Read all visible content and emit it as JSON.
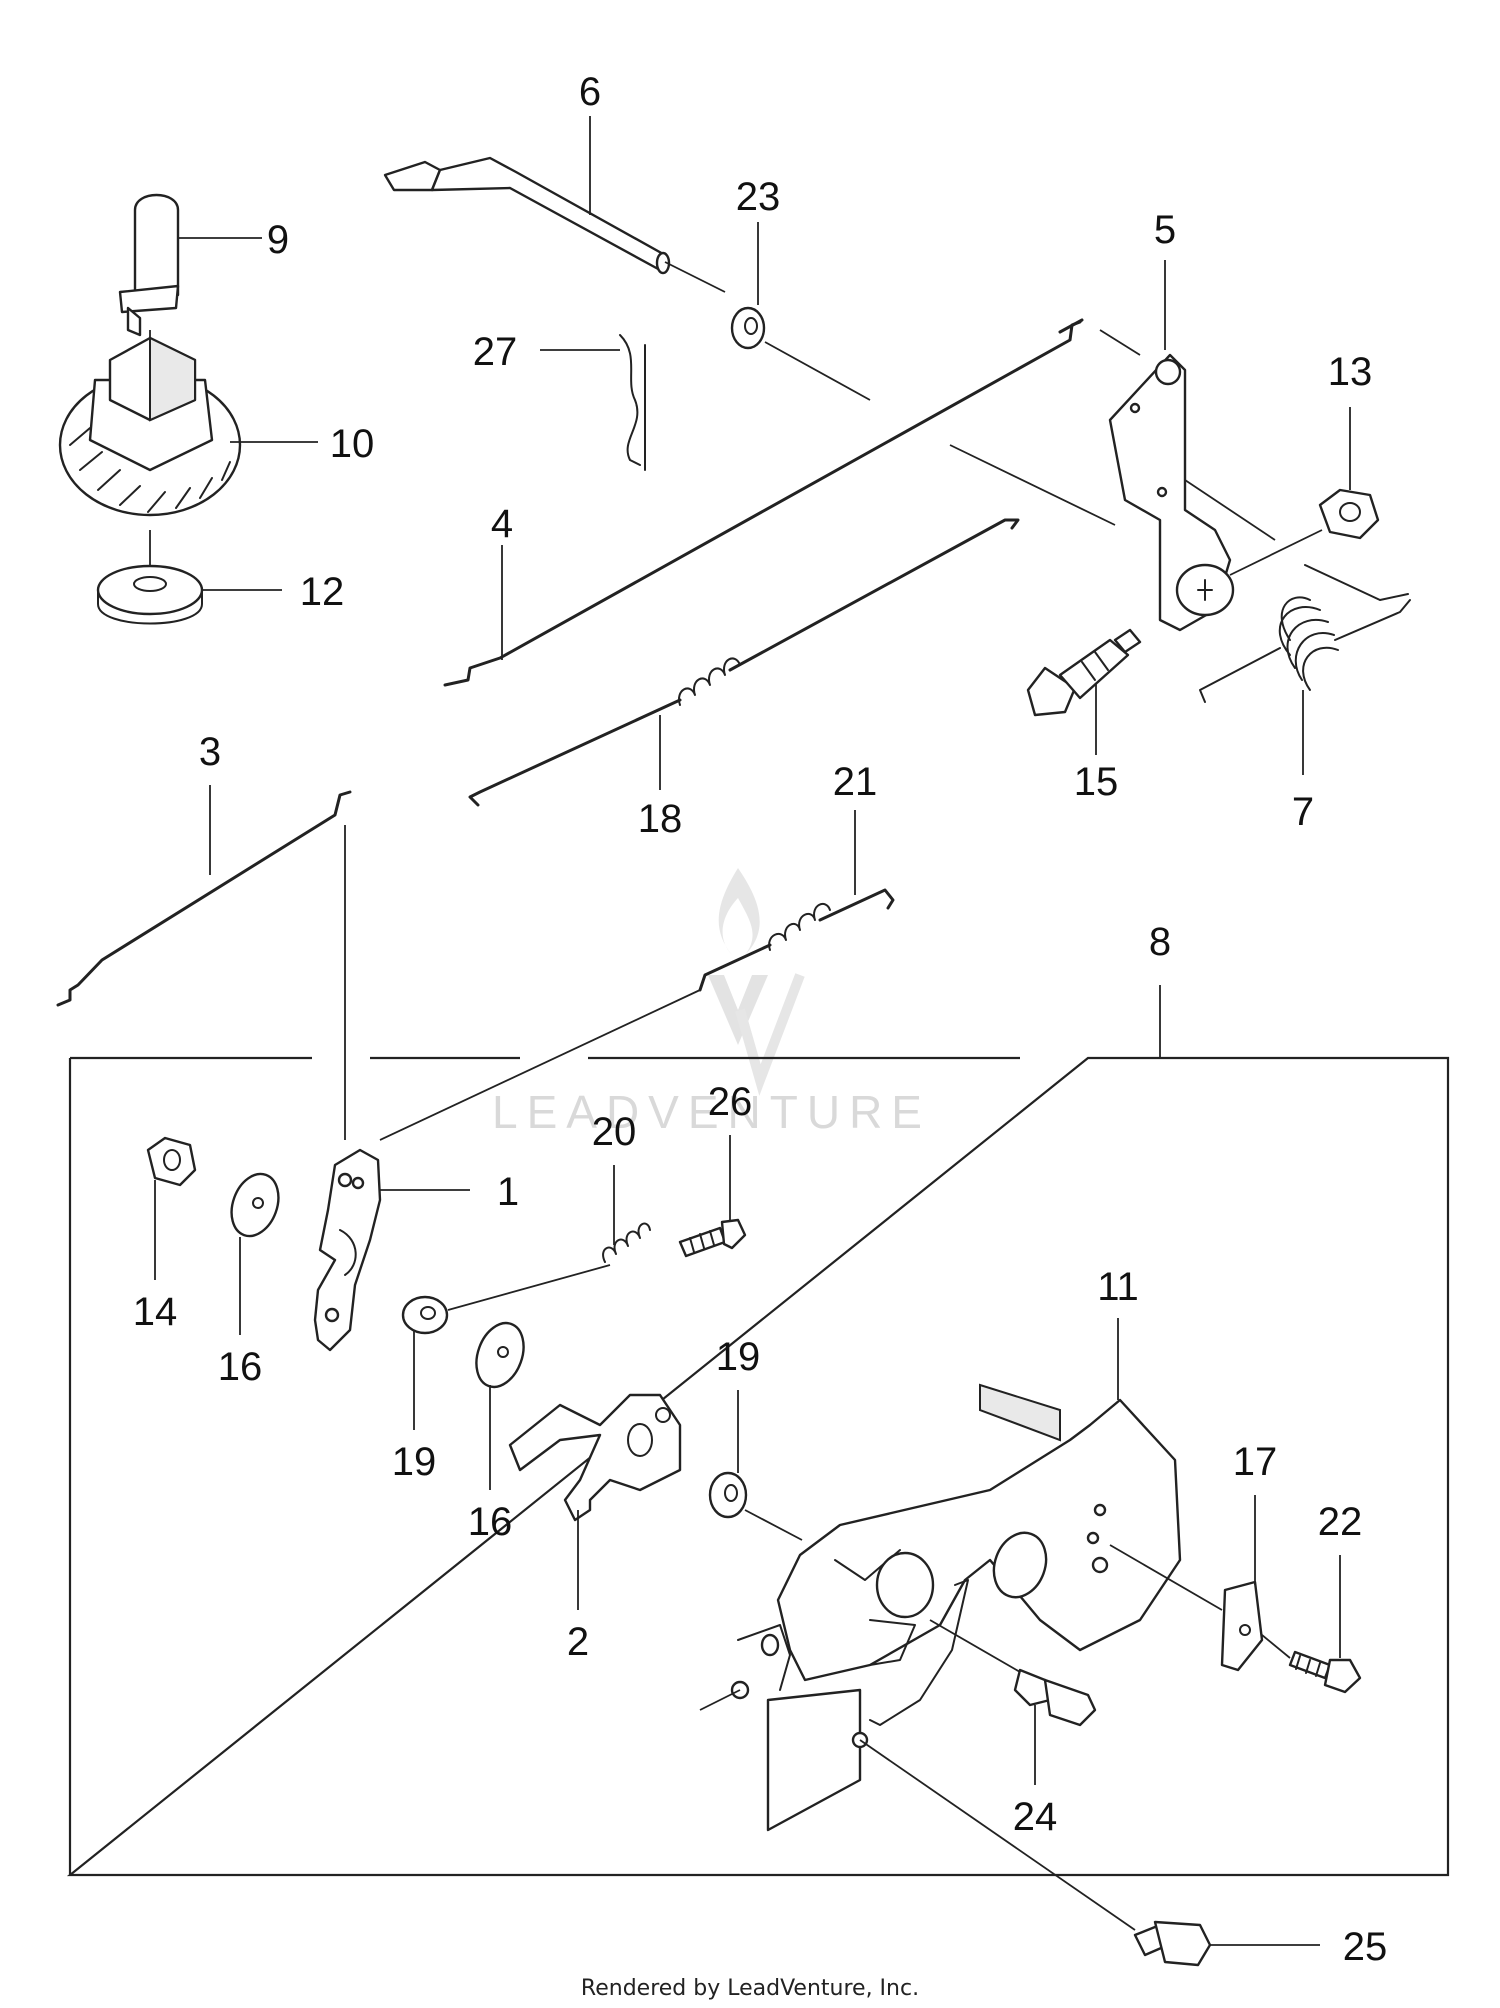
{
  "diagram": {
    "callouts": {
      "p1": "1",
      "p2": "2",
      "p3": "3",
      "p4": "4",
      "p5": "5",
      "p6": "6",
      "p7": "7",
      "p8": "8",
      "p9": "9",
      "p10": "10",
      "p11": "11",
      "p12": "12",
      "p13": "13",
      "p14": "14",
      "p15": "15",
      "p16a": "16",
      "p16b": "16",
      "p17": "17",
      "p18": "18",
      "p19a": "19",
      "p19b": "19",
      "p20": "20",
      "p21": "21",
      "p22": "22",
      "p23": "23",
      "p24": "24",
      "p25": "25",
      "p26": "26",
      "p27": "27"
    },
    "watermark": "LEADVENTURE",
    "credit": "Rendered by LeadVenture, Inc."
  }
}
